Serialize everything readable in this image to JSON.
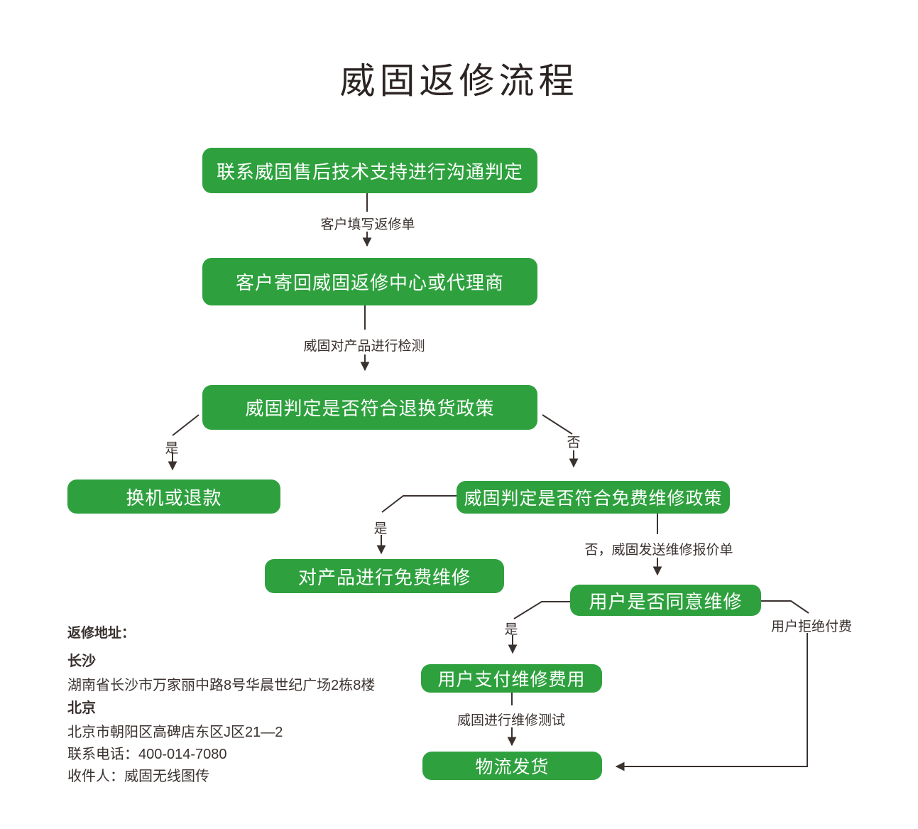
{
  "page": {
    "title": "威固返修流程"
  },
  "colors": {
    "node_green": "#2ea13e",
    "line_dark": "#3a322f"
  },
  "flowchart": {
    "nodes": [
      {
        "id": "contact-support",
        "label": "联系威固售后技术支持进行沟通判定"
      },
      {
        "id": "send-back",
        "label": "客户寄回威固返修中心或代理商"
      },
      {
        "id": "return-policy-check",
        "label": "威固判定是否符合退换货政策"
      },
      {
        "id": "replace-or-refund",
        "label": "换机或退款"
      },
      {
        "id": "free-repair-check",
        "label": "威固判定是否符合免费维修政策"
      },
      {
        "id": "free-repair",
        "label": "对产品进行免费维修"
      },
      {
        "id": "agree-repair-check",
        "label": "用户是否同意维修"
      },
      {
        "id": "pay-repair-fee",
        "label": "用户支付维修费用"
      },
      {
        "id": "ship-out",
        "label": "物流发货"
      }
    ],
    "edge_labels": [
      {
        "id": "customer-fills-form",
        "label": "客户填写返修单"
      },
      {
        "id": "weigu-inspects",
        "label": "威固对产品进行检测"
      },
      {
        "id": "yes-return",
        "label": "是"
      },
      {
        "id": "no-return",
        "label": "否"
      },
      {
        "id": "yes-free-repair",
        "label": "是"
      },
      {
        "id": "no-send-quote",
        "label": "否，威固发送维修报价单"
      },
      {
        "id": "yes-agree",
        "label": "是"
      },
      {
        "id": "user-refuses-pay",
        "label": "用户拒绝付费"
      },
      {
        "id": "repair-test",
        "label": "威固进行维修测试"
      }
    ]
  },
  "address": {
    "heading": "返修地址：",
    "lines": [
      {
        "text": "长沙"
      },
      {
        "text": "湖南省长沙市万家丽中路8号华晨世纪广场2栋8楼"
      },
      {
        "text": "北京"
      },
      {
        "text": "北京市朝阳区高碑店东区J区21—2"
      },
      {
        "text": "联系电话：400-014-7080"
      },
      {
        "text": "收件人：威固无线图传"
      }
    ]
  }
}
